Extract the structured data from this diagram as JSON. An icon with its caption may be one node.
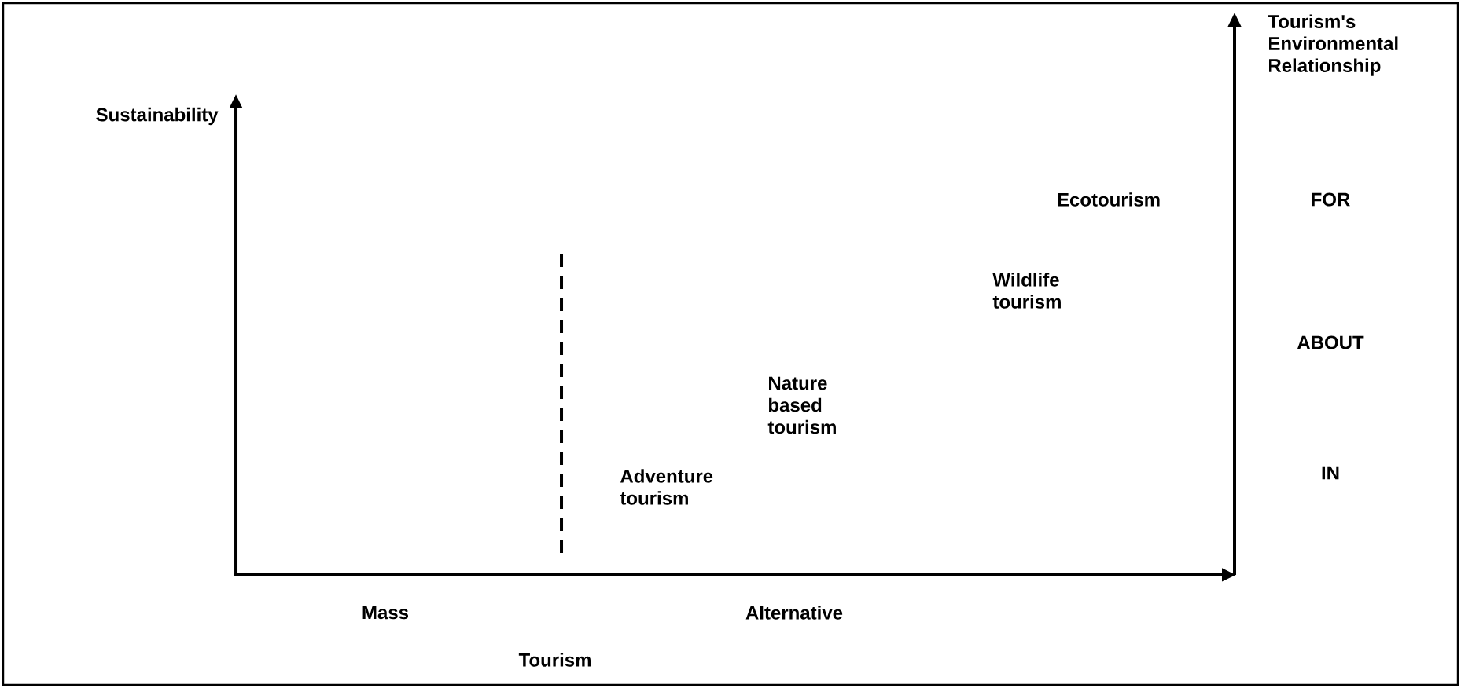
{
  "diagram": {
    "labels": [
      "Tourism's Environmental Relationship",
      "Sustainability",
      "Ecotourism",
      "FOR",
      "Wildlife tourism",
      "ABOUT",
      "Nature based tourism",
      "Adventure tourism",
      "IN",
      "Mass",
      "Alternative",
      "Tourism"
    ]
  }
}
